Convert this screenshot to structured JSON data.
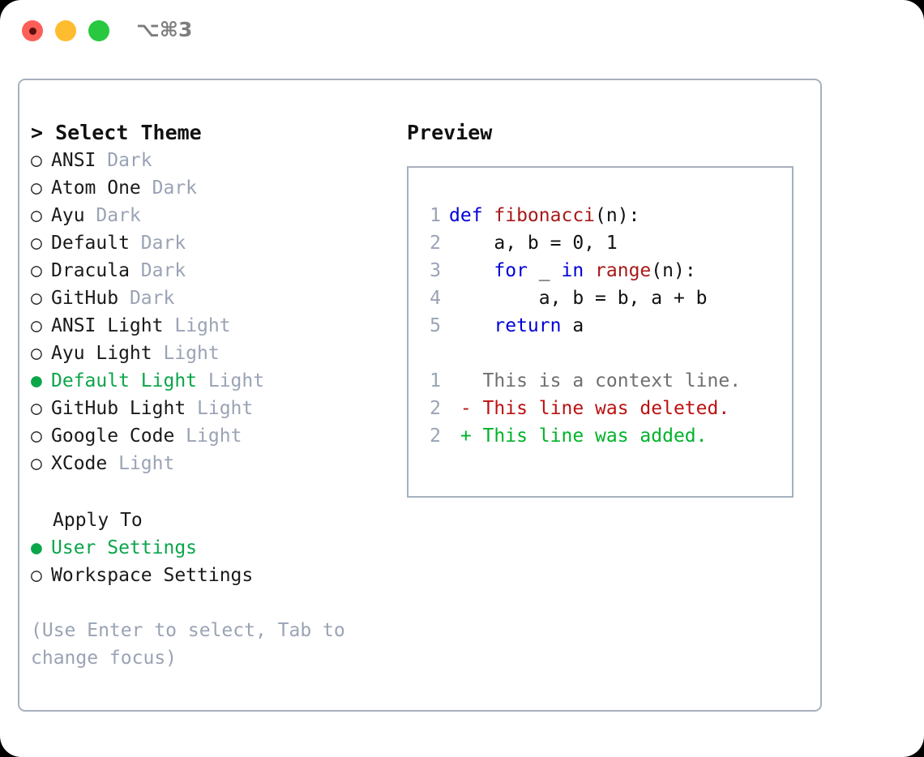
{
  "titlebar": {
    "shortcut": "⌥⌘3",
    "dots": [
      {
        "name": "close",
        "color": "#fb5f57"
      },
      {
        "name": "minimize",
        "color": "#febc2f"
      },
      {
        "name": "maximize",
        "color": "#28c840"
      }
    ]
  },
  "colors": {
    "accent_green": "#0aa64a",
    "muted": "#9aa3b5",
    "border": "#a7b0bf",
    "keyword": "#0000d8",
    "function": "#a81919",
    "diff_added": "#00b32a",
    "diff_deleted": "#bb1111",
    "diff_context": "#6f6f6f"
  },
  "left": {
    "heading": "> Select Theme",
    "themes": [
      {
        "marker": "○",
        "name": "ANSI",
        "tag": "Dark",
        "selected": false
      },
      {
        "marker": "○",
        "name": "Atom One",
        "tag": "Dark",
        "selected": false
      },
      {
        "marker": "○",
        "name": "Ayu",
        "tag": "Dark",
        "selected": false
      },
      {
        "marker": "○",
        "name": "Default",
        "tag": "Dark",
        "selected": false
      },
      {
        "marker": "○",
        "name": "Dracula",
        "tag": "Dark",
        "selected": false
      },
      {
        "marker": "○",
        "name": "GitHub",
        "tag": "Dark",
        "selected": false
      },
      {
        "marker": "○",
        "name": "ANSI Light",
        "tag": "Light",
        "selected": false
      },
      {
        "marker": "○",
        "name": "Ayu Light",
        "tag": "Light",
        "selected": false
      },
      {
        "marker": "●",
        "name": "Default Light",
        "tag": "Light",
        "selected": true
      },
      {
        "marker": "○",
        "name": "GitHub Light",
        "tag": "Light",
        "selected": false
      },
      {
        "marker": "○",
        "name": "Google Code",
        "tag": "Light",
        "selected": false
      },
      {
        "marker": "○",
        "name": "XCode",
        "tag": "Light",
        "selected": false
      }
    ],
    "apply_to": {
      "label": "Apply To",
      "options": [
        {
          "marker": "●",
          "name": "User Settings",
          "selected": true
        },
        {
          "marker": "○",
          "name": "Workspace Settings",
          "selected": false
        }
      ]
    },
    "hint": "(Use Enter to select, Tab to change focus)"
  },
  "right": {
    "title": "Preview",
    "code": [
      {
        "num": "1",
        "tokens": [
          {
            "t": "def ",
            "c": "kw"
          },
          {
            "t": "fibonacci",
            "c": "fn"
          },
          {
            "t": "(n):",
            "c": "pl"
          }
        ]
      },
      {
        "num": "2",
        "tokens": [
          {
            "t": "    a, b = 0, 1",
            "c": "pl"
          }
        ]
      },
      {
        "num": "3",
        "tokens": [
          {
            "t": "    ",
            "c": "pl"
          },
          {
            "t": "for",
            "c": "kw"
          },
          {
            "t": " _ ",
            "c": "pl"
          },
          {
            "t": "in ",
            "c": "kw"
          },
          {
            "t": "range",
            "c": "fn"
          },
          {
            "t": "(n):",
            "c": "pl"
          }
        ]
      },
      {
        "num": "4",
        "tokens": [
          {
            "t": "        a, b = b, a + b",
            "c": "pl"
          }
        ]
      },
      {
        "num": "5",
        "tokens": [
          {
            "t": "    ",
            "c": "pl"
          },
          {
            "t": "return",
            "c": "kw"
          },
          {
            "t": " a",
            "c": "pl"
          }
        ]
      }
    ],
    "diff": [
      {
        "num": "1",
        "sign": " ",
        "text": " This is a context line.",
        "kind": "d-ctx"
      },
      {
        "num": "2",
        "sign": "-",
        "text": " This line was deleted.",
        "kind": "d-del"
      },
      {
        "num": "2",
        "sign": "+",
        "text": " This line was added.",
        "kind": "d-add"
      }
    ]
  }
}
